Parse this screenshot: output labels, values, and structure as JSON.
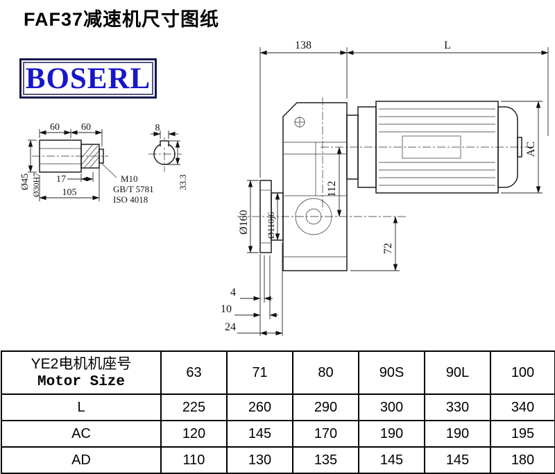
{
  "page": {
    "title": "FAF37减速机尺寸图纸",
    "logo_text": "BOSERL"
  },
  "drawing": {
    "dims": {
      "gearbox_width": "138",
      "motor_length": "L",
      "motor_height": "AC",
      "shaft_len_a": "60",
      "shaft_len_b": "60",
      "key_width": "8",
      "shaft_dia_outer": "Ø45",
      "shaft_dia_bore": "Ø30H7",
      "key_len": "17",
      "shaft_total_len": "105",
      "thread_spec": "M10",
      "thread_std1": "GB/T 5781",
      "thread_std2": "ISO 4018",
      "key_height": "33.3",
      "flange_dia": "Ø160",
      "spigot_dia": "Ø110j6",
      "center_dist": "112",
      "axis_to_base": "72",
      "offset_a": "4",
      "offset_b": "10",
      "offset_c": "24"
    }
  },
  "table": {
    "header": {
      "line1": "YE2电机机座号",
      "line2": "Motor Size"
    },
    "columns": [
      "63",
      "71",
      "80",
      "90S",
      "90L",
      "100"
    ],
    "rows": [
      {
        "label": "L",
        "values": [
          "225",
          "260",
          "290",
          "300",
          "330",
          "340"
        ]
      },
      {
        "label": "AC",
        "values": [
          "120",
          "145",
          "170",
          "190",
          "190",
          "195"
        ]
      },
      {
        "label": "AD",
        "values": [
          "110",
          "130",
          "135",
          "145",
          "145",
          "180"
        ]
      }
    ]
  }
}
